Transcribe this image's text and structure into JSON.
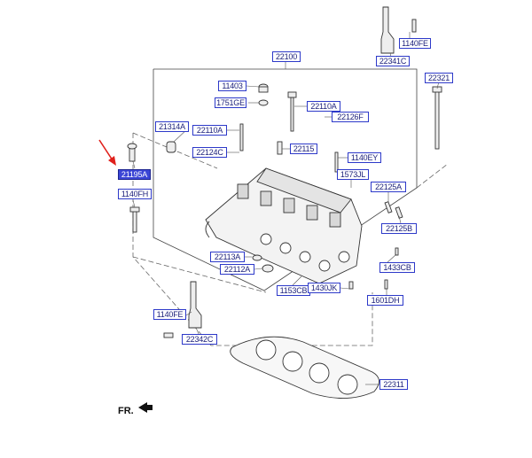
{
  "diagram": {
    "parts": [
      {
        "id": "p22100",
        "code": "22100"
      },
      {
        "id": "p1140fe_top",
        "code": "1140FE"
      },
      {
        "id": "p22341c",
        "code": "22341C"
      },
      {
        "id": "p22321",
        "code": "22321"
      },
      {
        "id": "p11403",
        "code": "11403"
      },
      {
        "id": "p1751ge",
        "code": "1751GE"
      },
      {
        "id": "p22110a_r",
        "code": "22110A"
      },
      {
        "id": "p22126f",
        "code": "22126F"
      },
      {
        "id": "p21314a",
        "code": "21314A"
      },
      {
        "id": "p22110a_l",
        "code": "22110A"
      },
      {
        "id": "p22115",
        "code": "22115"
      },
      {
        "id": "p1140ey",
        "code": "1140EY"
      },
      {
        "id": "p22124c",
        "code": "22124C"
      },
      {
        "id": "p1573jl",
        "code": "1573JL"
      },
      {
        "id": "p21195a",
        "code": "21195A",
        "highlighted": true
      },
      {
        "id": "p22125a",
        "code": "22125A"
      },
      {
        "id": "p1140fh",
        "code": "1140FH"
      },
      {
        "id": "p22125b",
        "code": "22125B"
      },
      {
        "id": "p22113a",
        "code": "22113A"
      },
      {
        "id": "p1433cb",
        "code": "1433CB"
      },
      {
        "id": "p22112a",
        "code": "22112A"
      },
      {
        "id": "p1153cb",
        "code": "1153CB"
      },
      {
        "id": "p1430jk",
        "code": "1430JK"
      },
      {
        "id": "p1601dh",
        "code": "1601DH"
      },
      {
        "id": "p1140fe_bot",
        "code": "1140FE"
      },
      {
        "id": "p22342c",
        "code": "22342C"
      },
      {
        "id": "p22311",
        "code": "22311"
      }
    ],
    "direction_label": "FR.",
    "highlight_color": "#3b46d6",
    "arrow_color": "#e0201b",
    "label_border_color": "#2d39c9"
  }
}
